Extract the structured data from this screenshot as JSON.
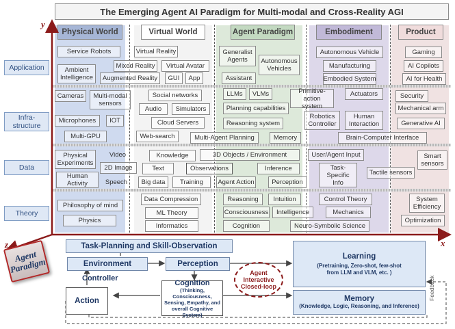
{
  "title": "The Emerging Agent AI Paradigm for Multi-modal and Cross-Reality AGI",
  "axes": {
    "y": "y",
    "x": "x",
    "z": "z"
  },
  "columns": [
    "Physical World",
    "Virtual World",
    "Agent Paradigm",
    "Embodiment",
    "Product"
  ],
  "rows": [
    "Application",
    "Infra-\nstructure",
    "Data",
    "Theory"
  ],
  "cells": {
    "app_physical": [
      "Service Robots",
      "Ambient\nIntelligence"
    ],
    "app_virtual": [
      "Virtual Reality",
      "Mixed Reality",
      "Virtual Avatar",
      "Augmented Reality",
      "GUI",
      "App"
    ],
    "app_agent": [
      "Generalist\nAgents",
      "Autonomous\nVehicles",
      "Assistant"
    ],
    "app_embodiment": [
      "Autonomous Vehicle",
      "Manufacturing",
      "Embodied System"
    ],
    "app_product": [
      "Gaming",
      "AI Copilots",
      "AI for Health"
    ],
    "infra_physical": [
      "Cameras",
      "Multi-modal\nsensors",
      "Microphones",
      "IOT",
      "Multi-GPU"
    ],
    "infra_virtual": [
      "Social networks",
      "Audio",
      "Simulators",
      "Cloud Servers",
      "Web-search"
    ],
    "infra_agent": [
      "LLMs",
      "VLMs",
      "Primitive-\naction system",
      "Planning capabilities",
      "Reasoning system",
      "Multi-Agent Planning",
      "Memory"
    ],
    "infra_embodiment": [
      "Actuators",
      "Robotics\nController",
      "Human\nInteraction",
      "Brain-Computer Interface"
    ],
    "infra_product": [
      "Security",
      "Mechanical arm",
      "Generative AI"
    ],
    "data_physical": [
      "Physical\nExperiments",
      "Video",
      "2D Image",
      "Human\nActivity",
      "Speech"
    ],
    "data_virtual": [
      "Knowledge",
      "Text",
      "Big data",
      "Training"
    ],
    "data_agent": [
      "3D Objects / Environment",
      "Observations",
      "Inference",
      "Agent Action",
      "Perception"
    ],
    "data_embodiment": [
      "User/Agent  Input",
      "Task-\nSpecific\nInfo",
      "Tactile sensors"
    ],
    "data_product": [
      "Smart\nsensors"
    ],
    "theory_physical": [
      "Philosophy of mind",
      "Physics"
    ],
    "theory_virtual": [
      "Data Compression",
      "ML Theory",
      "Informatics"
    ],
    "theory_agent": [
      "Reasoning",
      "Intuition",
      "Consciousness",
      "Intelligence",
      "Cognition",
      "Neuro-Symbolic Science"
    ],
    "theory_embodiment": [
      "Control Theory",
      "Mechanics"
    ],
    "theory_product": [
      "System\nEfficiency",
      "Optimization"
    ]
  },
  "lower": {
    "badge": "Agent\nParadigm",
    "task": "Task-Planning and Skill-Observation",
    "environment": "Environment",
    "perception": "Perception",
    "controller": "Controller",
    "action": "Action",
    "cognition_title": "Cognition",
    "cognition_body": "(Thinking, Consciousness,\nSensing, Empathy, and\noverall Cognitive System)",
    "loop": "Agent\nInteractive\nClosed-loop",
    "learning_title": "Learning",
    "learning_body": "(Pretraining, Zero-shot, few-shot\nfrom LLM and VLM, etc. )",
    "memory_title": "Memory",
    "memory_body": "(Knowledge, Logic, Reasoning, and Inference)",
    "feedback": "Feedback"
  },
  "colors": {
    "axis": "#8b1a1a",
    "physical": "#c9d6ee",
    "agent": "#d7e7d4",
    "embodiment": "#d8d2e6",
    "product": "#ecdada",
    "badge": "#c0392b"
  }
}
